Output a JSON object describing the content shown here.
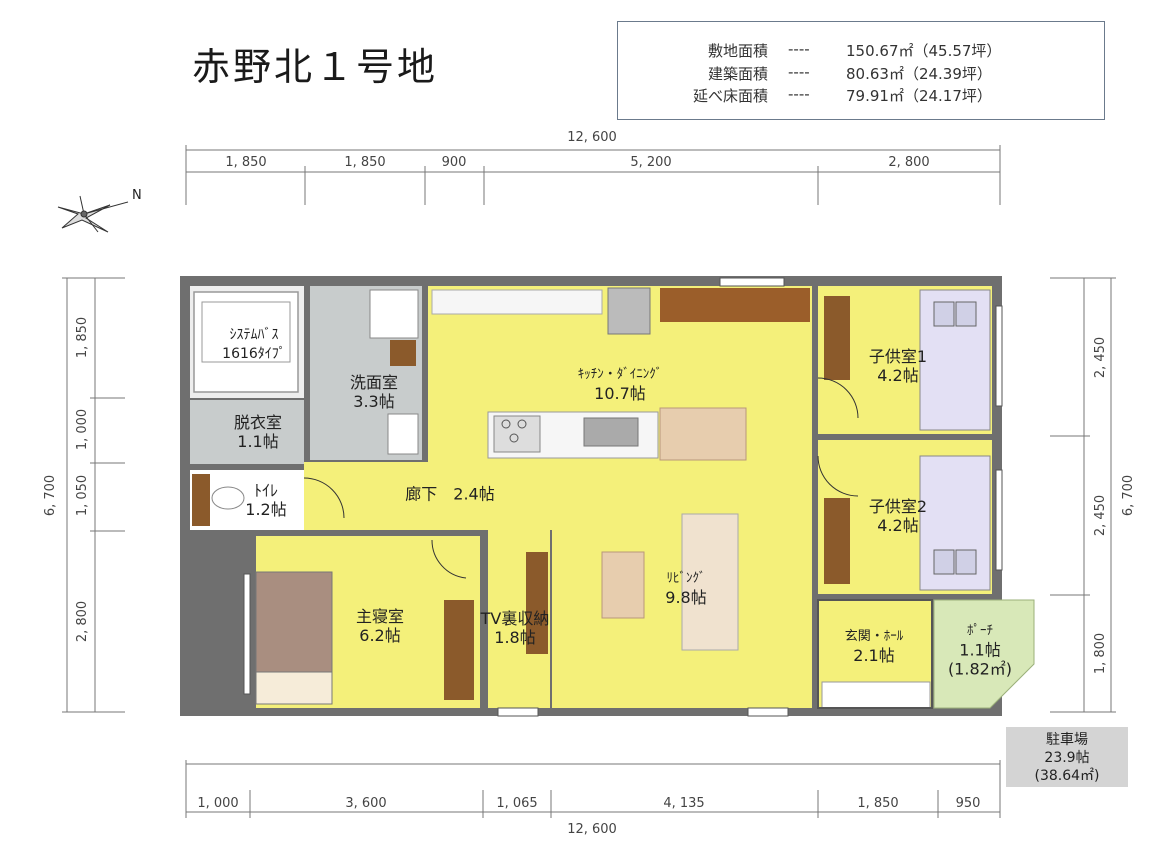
{
  "title": "赤野北１号地",
  "areas": [
    {
      "label": "敷地面積",
      "dash": "----",
      "value": "150.67㎡（45.57坪）"
    },
    {
      "label": "建築面積",
      "dash": "----",
      "value": "80.63㎡（24.39坪）"
    },
    {
      "label": "延べ床面積",
      "dash": "----",
      "value": "79.91㎡（24.17坪）"
    }
  ],
  "compass": {
    "letter": "N"
  },
  "dims_top": {
    "total": "12, 600",
    "segments": [
      "1, 850",
      "1, 850",
      "900",
      "5, 200",
      "2, 800"
    ]
  },
  "dims_bottom": {
    "total": "12, 600",
    "segments": [
      "1, 000",
      "3, 600",
      "1, 065",
      "4, 135",
      "1, 850",
      "950"
    ]
  },
  "dims_left": {
    "total": "6, 700",
    "segments": [
      "1, 850",
      "1, 000",
      "1, 050",
      "2, 800"
    ]
  },
  "dims_right": {
    "total": "6, 700",
    "segments": [
      "2, 450",
      "2, 450",
      "1, 800"
    ]
  },
  "rooms": {
    "bath": {
      "name": "ｼｽﾃﾑﾊﾞｽ",
      "size": "1616ﾀｲﾌﾟ"
    },
    "washroom": {
      "name": "洗面室",
      "size": "3.3帖"
    },
    "dressing": {
      "name": "脱衣室",
      "size": "1.1帖"
    },
    "toilet": {
      "name": "ﾄｲﾚ",
      "size": "1.2帖"
    },
    "kitchen": {
      "name": "ｷｯﾁﾝ・ﾀﾞｲﾆﾝｸﾞ",
      "size": "10.7帖"
    },
    "hallway": {
      "name": "廊下　2.4帖"
    },
    "child1": {
      "name": "子供室1",
      "size": "4.2帖"
    },
    "child2": {
      "name": "子供室2",
      "size": "4.2帖"
    },
    "master": {
      "name": "主寝室",
      "size": "6.2帖"
    },
    "tv_storage": {
      "name": "TV裏収納",
      "size": "1.8帖"
    },
    "living": {
      "name": "ﾘﾋﾞﾝｸﾞ",
      "size": "9.8帖"
    },
    "entrance": {
      "name": "玄関・ﾎｰﾙ",
      "size": "2.1帖"
    },
    "porch": {
      "name": "ﾎﾟｰﾁ",
      "size": "1.1帖",
      "extra": "(1.82㎡)"
    }
  },
  "parking": {
    "name": "駐車場",
    "size": "23.9帖",
    "extra": "(38.64㎡)"
  },
  "colors": {
    "yellow": "#f4f07a",
    "gray_room": "#c8cccc",
    "wall": "#6f6f6f",
    "brown": "#8b5a2b",
    "bed": "#e3e0f4",
    "porch": "#d8e8b8"
  }
}
